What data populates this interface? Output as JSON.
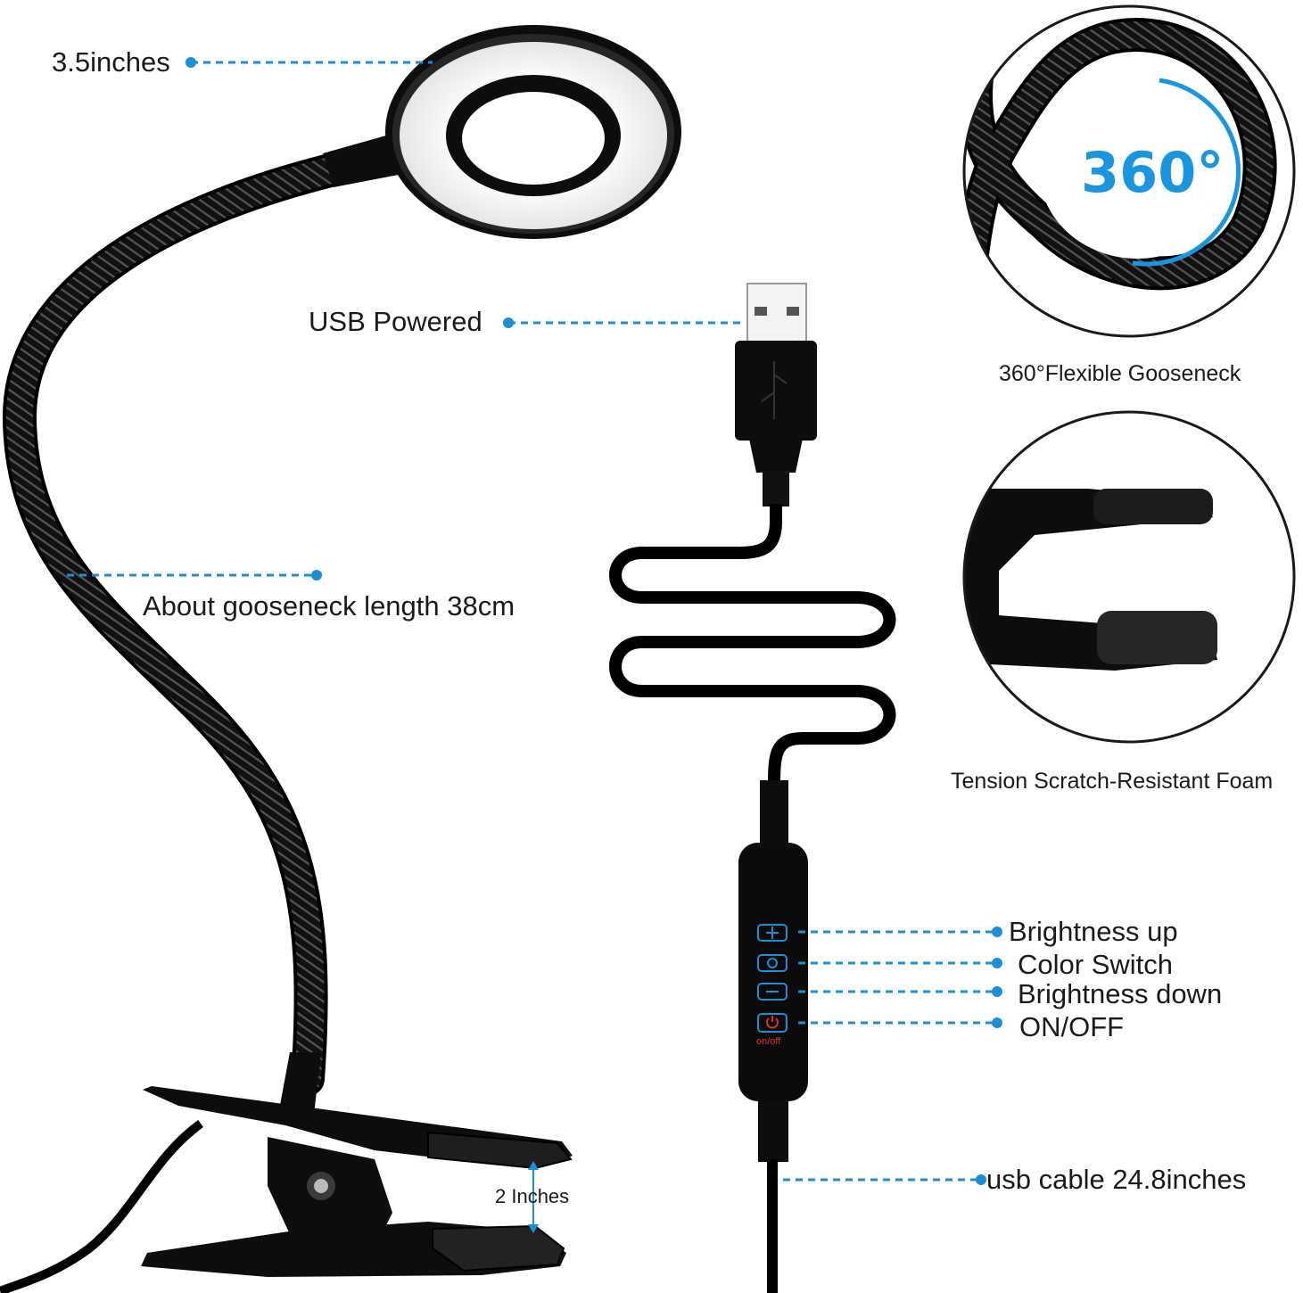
{
  "labels": {
    "ring_size": "3.5inches",
    "usb_powered": "USB Powered",
    "gooseneck_length": "About gooseneck length 38cm",
    "degree_badge": "360°",
    "gooseneck_caption": "360°Flexible Gooseneck",
    "foam_caption": "Tension Scratch-Resistant Foam",
    "brightness_up": "Brightness up",
    "color_switch": "Color Switch",
    "brightness_down": "Brightness down",
    "on_off": "ON/OFF",
    "clip_opening": "2 Inches",
    "cable_length": "usb cable 24.8inches",
    "switch_onoff_text": "on/off"
  },
  "colors": {
    "leader_line": "#1a8fd6",
    "degree_text": "#1a95e0",
    "power_icon": "#e0302a",
    "product_black": "#0d0d0d"
  },
  "icons": [
    "plus-icon",
    "cycle-icon",
    "minus-icon",
    "power-icon"
  ]
}
